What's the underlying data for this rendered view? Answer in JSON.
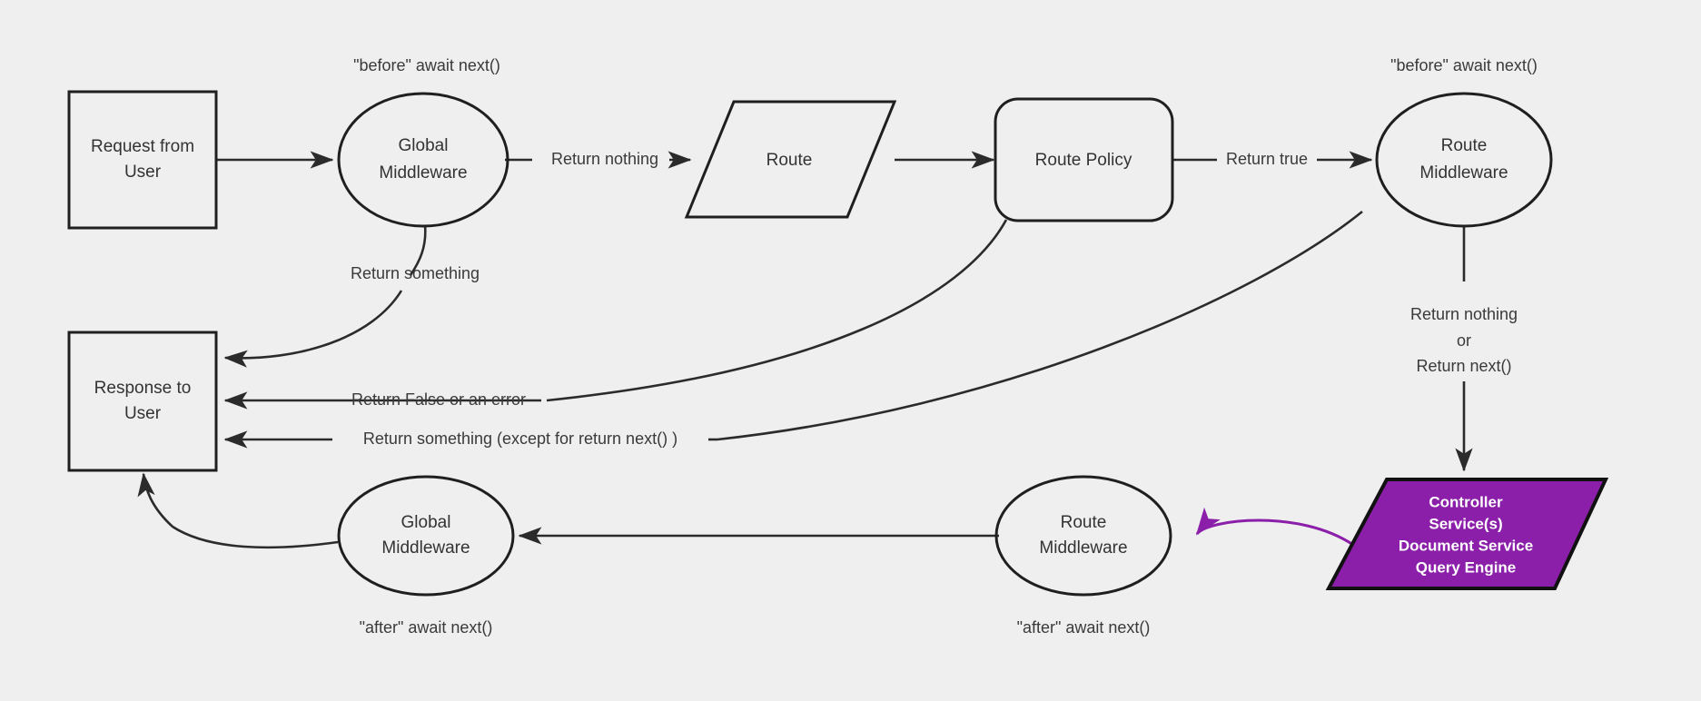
{
  "diagram": {
    "background_color": "#efefef",
    "stroke_color": "#1f1f1f",
    "accent_color": "#8b1fa9",
    "nodes": {
      "request": {
        "line1": "Request from",
        "line2": "User"
      },
      "global_middleware_top": {
        "line1": "Global",
        "line2": "Middleware"
      },
      "route": {
        "line1": "Route"
      },
      "route_policy": {
        "line1": "Route Policy"
      },
      "route_middleware_top": {
        "line1": "Route",
        "line2": "Middleware"
      },
      "controller": {
        "line1": "Controller",
        "line2": "Service(s)",
        "line3": "Document Service",
        "line4": "Query Engine"
      },
      "route_middleware_bottom": {
        "line1": "Route",
        "line2": "Middleware"
      },
      "global_middleware_bottom": {
        "line1": "Global",
        "line2": "Middleware"
      },
      "response": {
        "line1": "Response to",
        "line2": "User"
      }
    },
    "edge_labels": {
      "return_nothing": "Return nothing",
      "return_true": "Return true",
      "return_something_global": "Return something",
      "return_false_or_error": "Return False or an error",
      "return_something_except": "Return something (except for return next() )",
      "return_nothing_or_next_1": "Return nothing",
      "return_nothing_or_next_2": "or",
      "return_nothing_or_next_3": "Return next()"
    },
    "annotations": {
      "before_global": "\"before\" await next()",
      "before_route": "\"before\" await next()",
      "after_global": "\"after\" await next()",
      "after_route": "\"after\" await next()"
    }
  }
}
